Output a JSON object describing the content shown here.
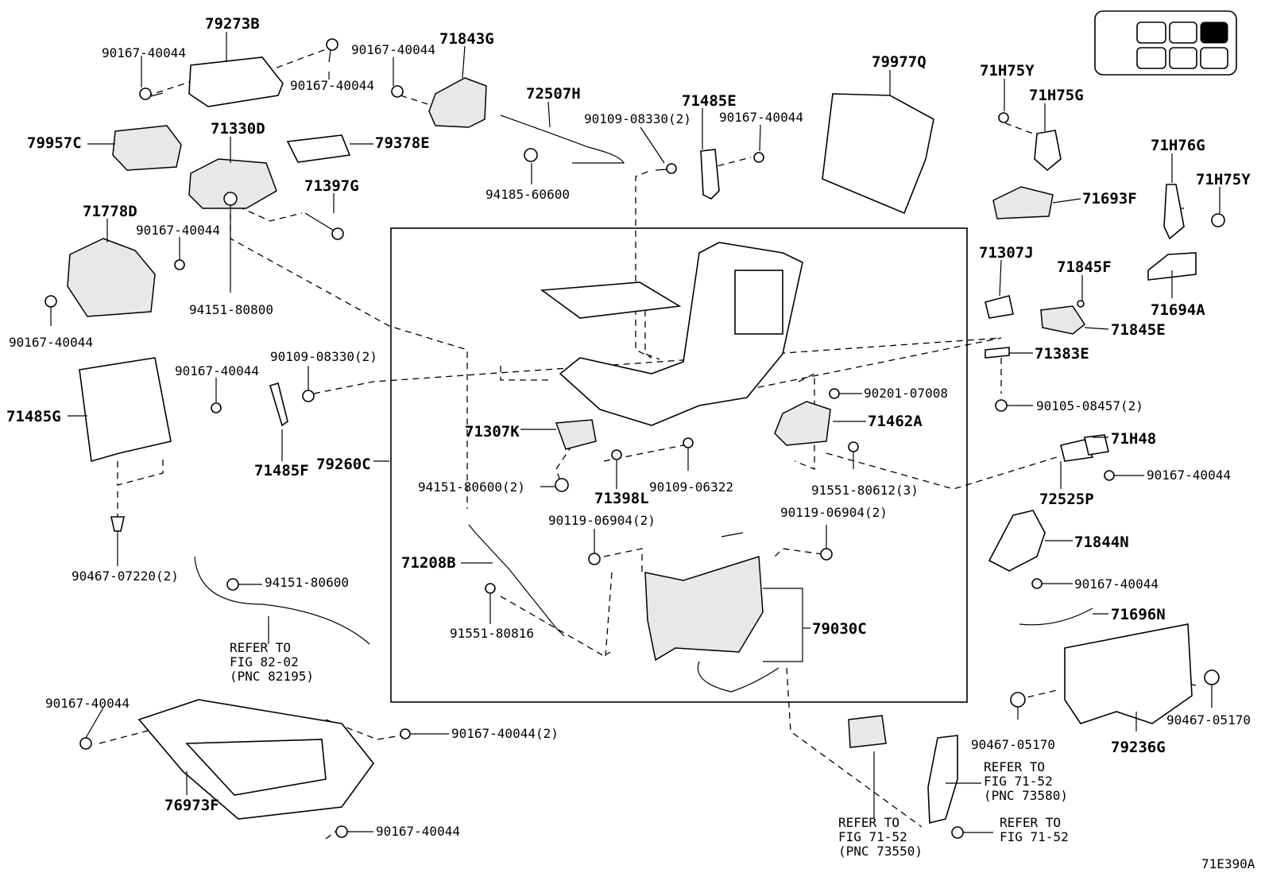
{
  "diagram_id": "71E390A",
  "callouts": {
    "p79273B": "79273B",
    "p90167_a": "90167-40044",
    "p90167_b": "90167-40044",
    "p90167_c": "90167-40044",
    "p71843G": "71843G",
    "p72507H": "72507H",
    "p71485E": "71485E",
    "p90109_08330_a": "90109-08330(2)",
    "p90167_d": "90167-40044",
    "p79977Q": "79977Q",
    "p71H75Y_a": "71H75Y",
    "p71H75G": "71H75G",
    "p71H76G": "71H76G",
    "p71H75Y_b": "71H75Y",
    "p79957C": "79957C",
    "p79378E": "79378E",
    "p71330D": "71330D",
    "p94185": "94185-60600",
    "p71397G": "71397G",
    "p71693F": "71693F",
    "p71778D": "71778D",
    "p90167_e": "90167-40044",
    "p94151_80800": "94151-80800",
    "p90167_f": "90167-40044",
    "p71307J": "71307J",
    "p71845F": "71845F",
    "p71694A": "71694A",
    "p71845E": "71845E",
    "p71383E": "71383E",
    "p90109_08330_b": "90109-08330(2)",
    "p90167_g": "90167-40044",
    "p71485G": "71485G",
    "p90201": "90201-07008",
    "p90105": "90105-08457(2)",
    "p71462A": "71462A",
    "p71307K": "71307K",
    "p71H48": "71H48",
    "p71485F": "71485F",
    "p79260C": "79260C",
    "p90167_h": "90167-40044",
    "p94151_80600_2": "94151-80600(2)",
    "p71398L": "71398L",
    "p90109_06322": "90109-06322",
    "p91551_80612": "91551-80612(3)",
    "p72525P": "72525P",
    "p90119_a": "90119-06904(2)",
    "p90119_b": "90119-06904(2)",
    "p71844N": "71844N",
    "p90467_07220": "90467-07220(2)",
    "p94151_80600": "94151-80600",
    "p71208B": "71208B",
    "p90167_i": "90167-40044",
    "p91551_80816": "91551-80816",
    "p79030C": "79030C",
    "p71696N": "71696N",
    "p90167_j": "90167-40044",
    "p90167_k": "90167-40044(2)",
    "p90467_05170_a": "90467-05170",
    "p90467_05170_b": "90467-05170",
    "p79236G": "79236G",
    "p76973F": "76973F",
    "p90167_l": "90167-40044"
  },
  "references": {
    "r1": [
      "REFER TO",
      "FIG 82-02",
      "(PNC 82195)"
    ],
    "r2": [
      "REFER TO",
      "FIG 71-52",
      "(PNC 73580)"
    ],
    "r3": [
      "REFER TO",
      "FIG 71-52",
      "(PNC 73550)"
    ],
    "r4": [
      "REFER TO",
      "FIG 71-52"
    ]
  },
  "legend": {
    "seat_cells": 6,
    "highlighted_cell": "top-right"
  }
}
